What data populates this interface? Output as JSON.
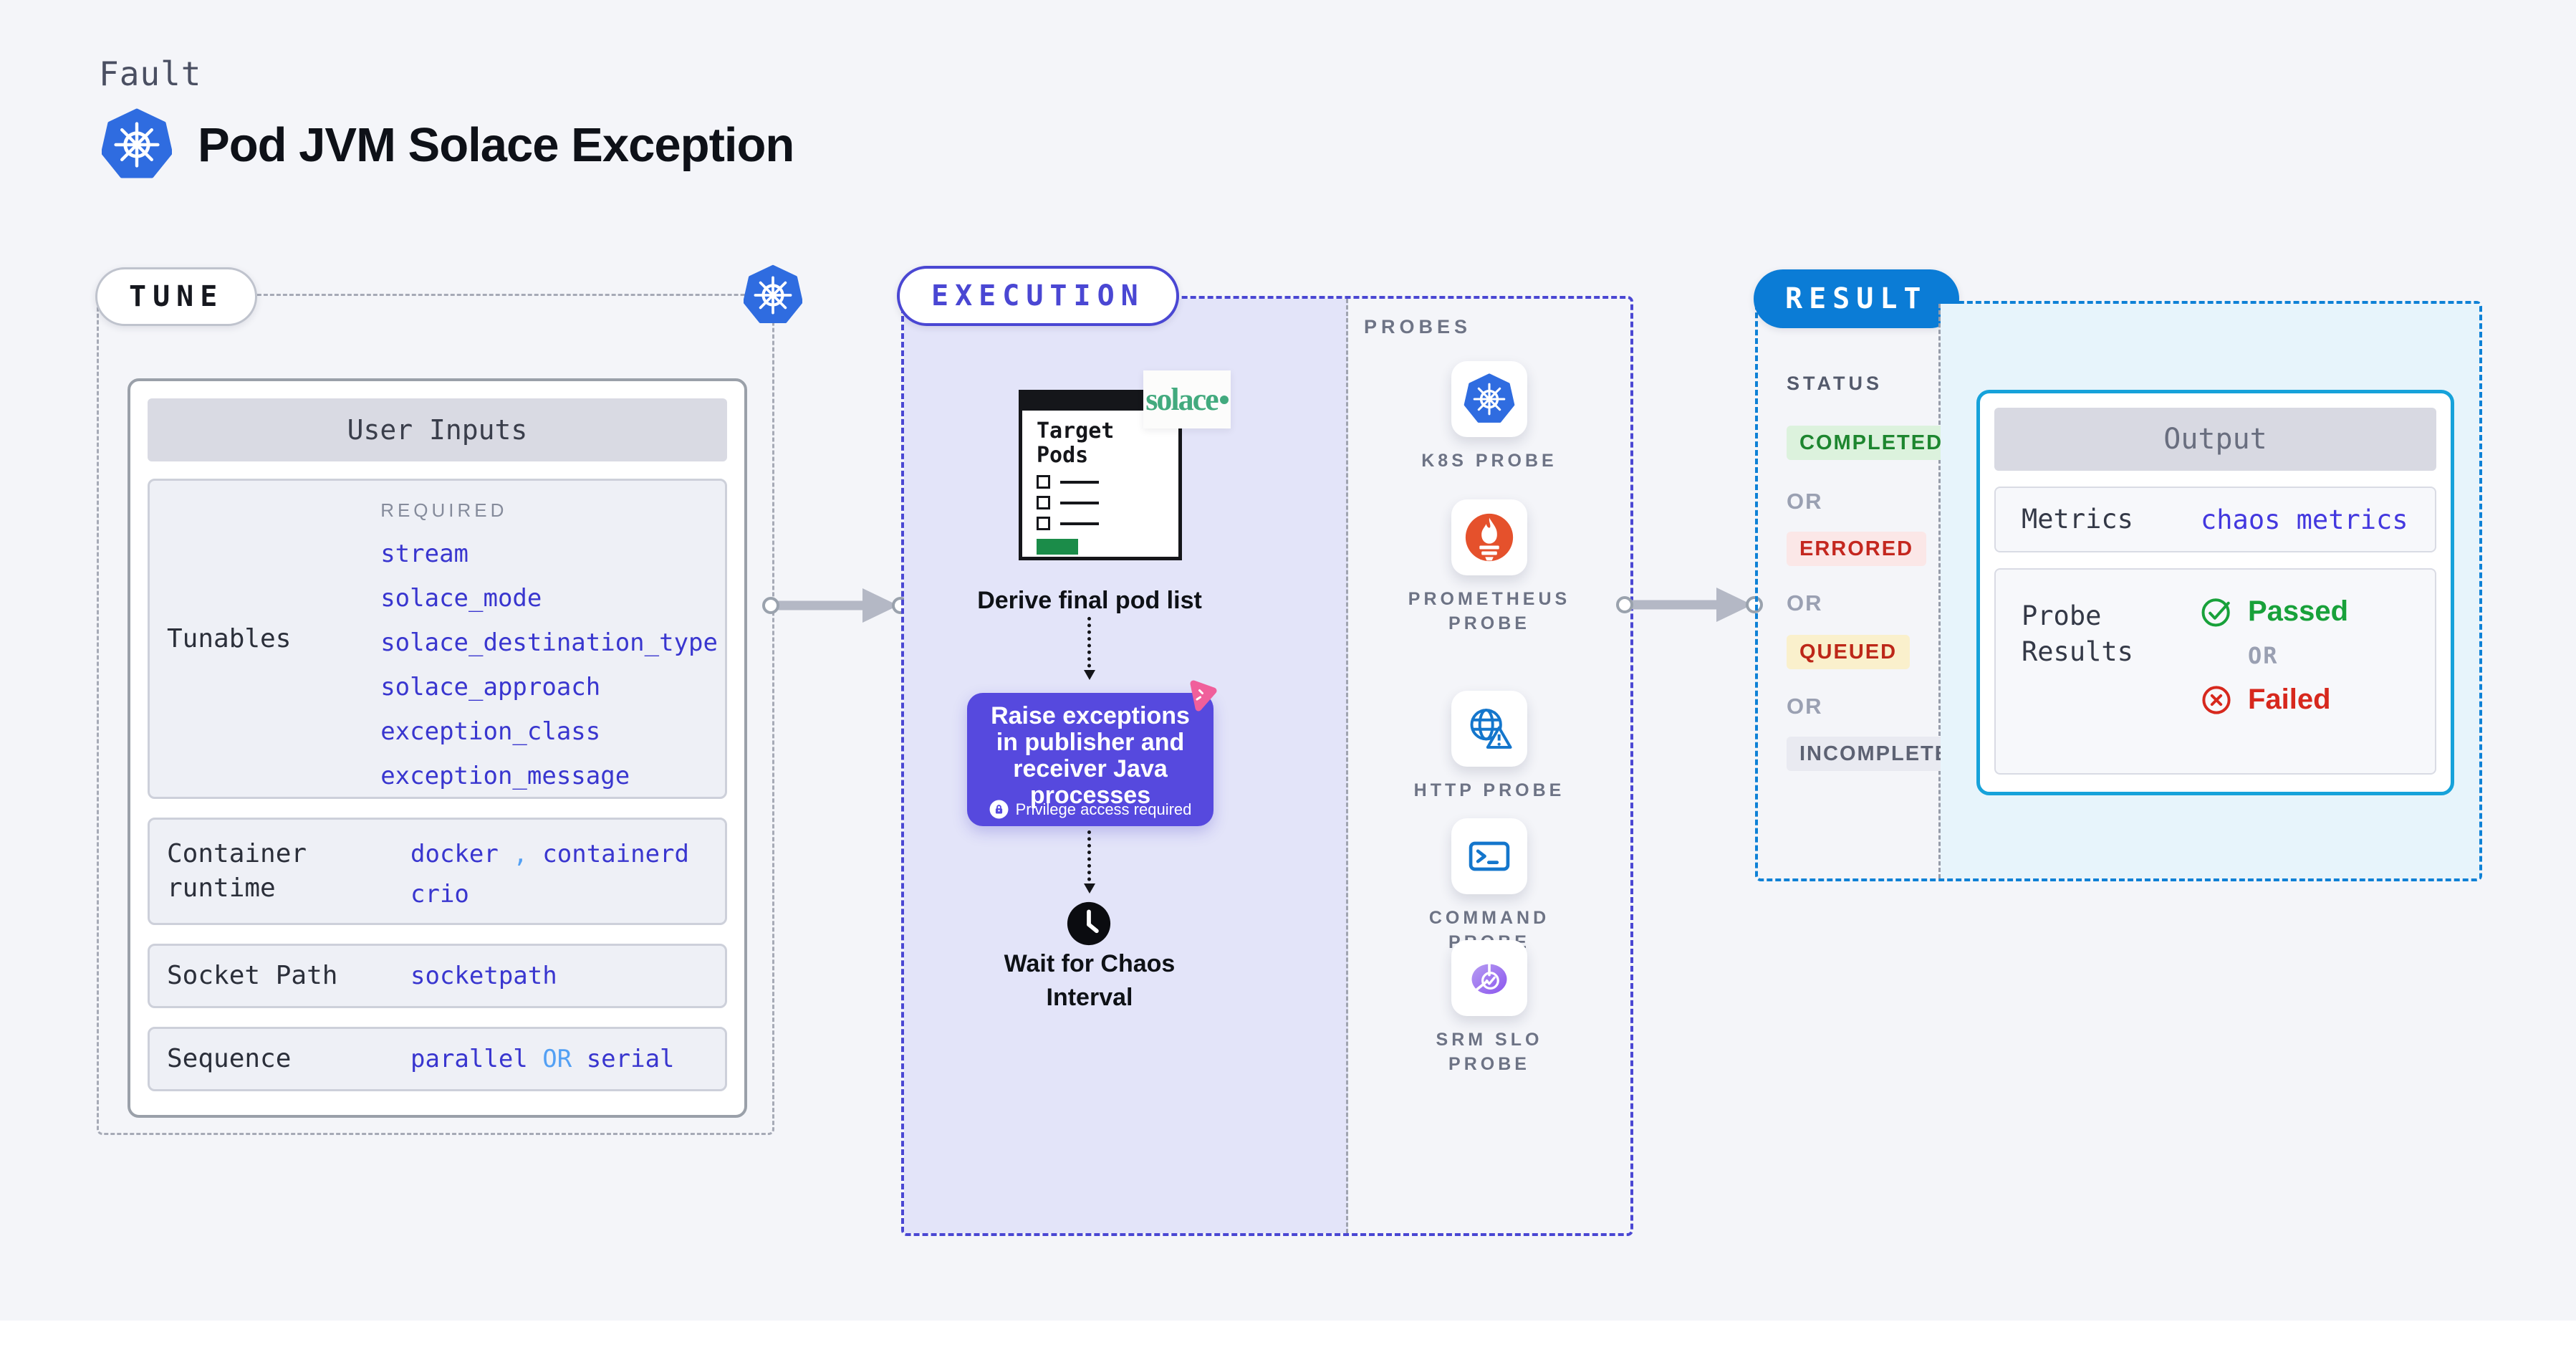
{
  "page": {
    "kicker": "Fault",
    "title": "Pod JVM Solace Exception"
  },
  "colors": {
    "k8s_blue": "#2f6ce0",
    "indigo_accent": "#4a47d3",
    "action_purple": "#5649de",
    "result_blue": "#0b7cd6",
    "output_cyan_border": "#16a2da",
    "passed_green": "#18a13a",
    "failed_red": "#d7281d",
    "value_blue": "#3936cf",
    "light_blue": "#53a0f4",
    "pink": "#f05f9b",
    "solace_green": "#42aa7e",
    "prometheus_orange": "#e5512c",
    "queued_bg": "#faf0cc",
    "completed_bg": "#dcf2dd",
    "errored_bg": "#fbe7e7",
    "incompleted_bg": "#e9eaf1"
  },
  "tune": {
    "badge": "TUNE",
    "user_inputs": {
      "header": "User Inputs",
      "required": "REQUIRED",
      "tunables_label": "Tunables",
      "tunables": [
        "stream",
        "solace_mode",
        "solace_destination_type",
        "solace_approach",
        "exception_class",
        "exception_message"
      ],
      "container_label": "Container\nruntime",
      "container_v1": "docker",
      "container_sep": ",",
      "container_v2": "containerd",
      "container_v3": "crio",
      "socket_label": "Socket Path",
      "socket_value": "socketpath",
      "sequence_label": "Sequence",
      "sequence_v1": "parallel",
      "sequence_or": "OR",
      "sequence_v2": "serial"
    }
  },
  "execution": {
    "badge": "EXECUTION",
    "window_title": "Target\nPods",
    "solace_logo": "solace",
    "step1": "Derive final pod list",
    "action_text": "Raise exceptions in publisher and receiver Java processes",
    "privilege": "Privilege access required",
    "step2": "Wait for Chaos\nInterval"
  },
  "probes": {
    "heading": "PROBES",
    "items": [
      "K8S PROBE",
      "PROMETHEUS\nPROBE",
      "HTTP PROBE",
      "COMMAND\nPROBE",
      "SRM SLO\nPROBE"
    ]
  },
  "result": {
    "badge": "RESULT",
    "status_label": "STATUS",
    "or": "OR",
    "statuses": [
      "COMPLETED",
      "ERRORED",
      "QUEUED",
      "INCOMPLETED"
    ],
    "output": {
      "header": "Output",
      "metrics_label": "Metrics",
      "metrics_value": "chaos metrics",
      "probe_label": "Probe\nResults",
      "passed": "Passed",
      "or": "OR",
      "failed": "Failed"
    }
  }
}
